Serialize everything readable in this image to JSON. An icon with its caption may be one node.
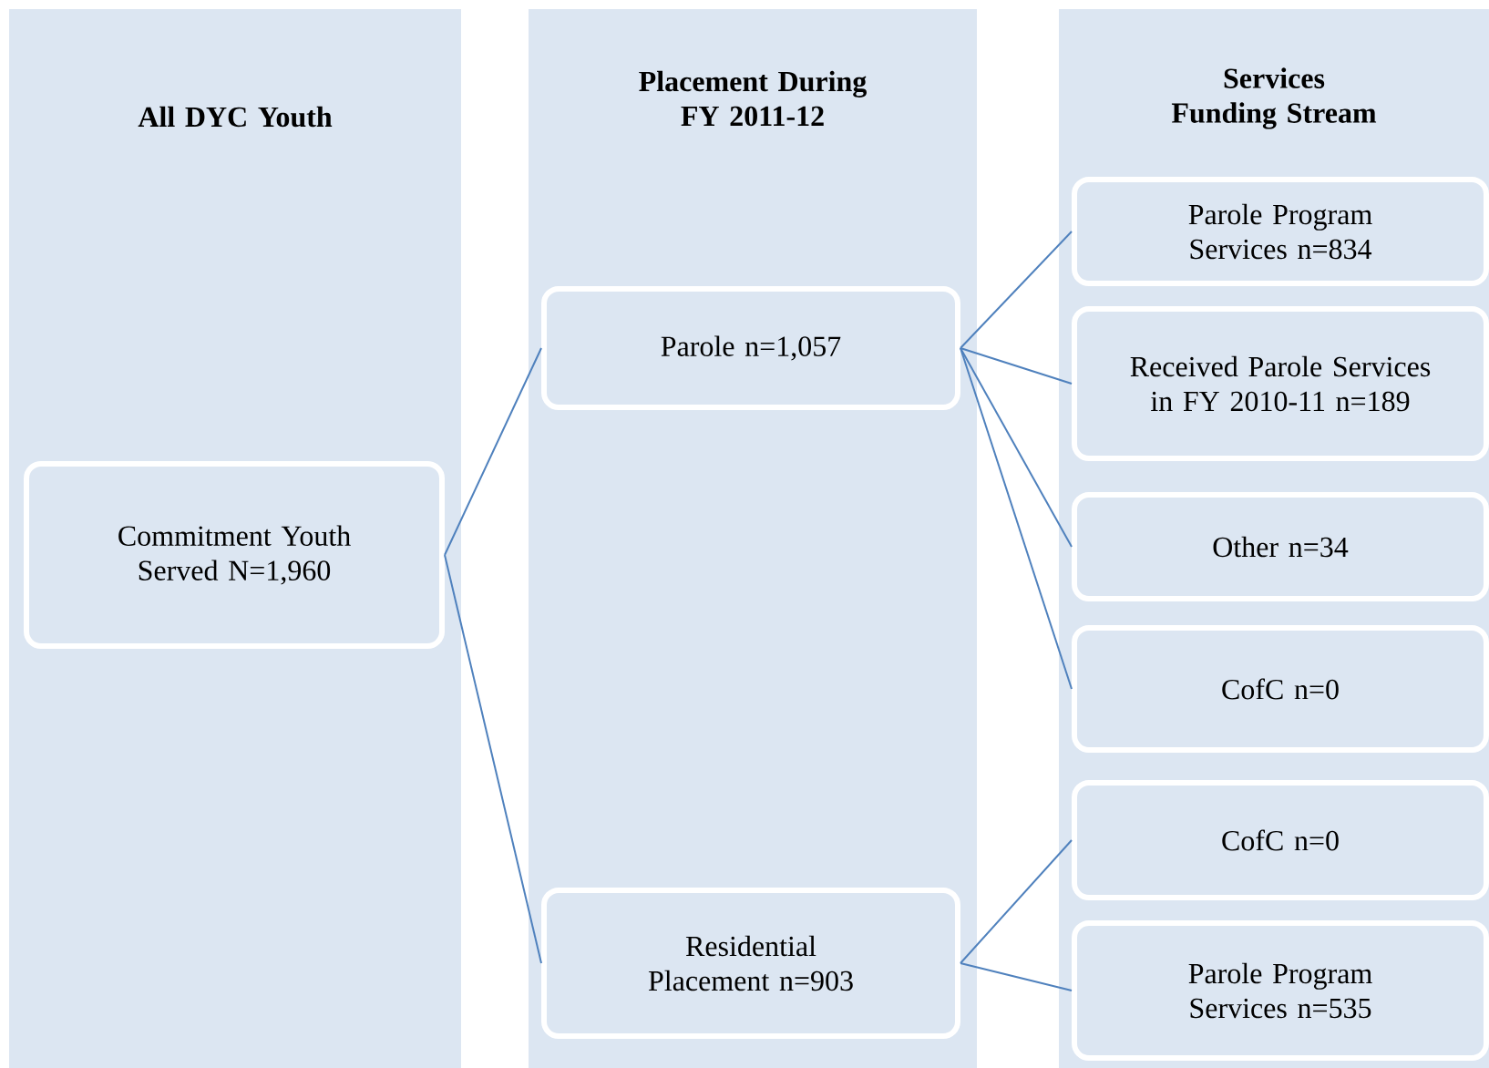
{
  "diagram": {
    "nodes": [
      {
        "text": [
          "All DYC Youth"
        ]
      },
      {
        "text": [
          "Commitment Youth Served N=1,960"
        ],
        "in": 0
      },
      {
        "text": [
          "Placement During FY 2011-12"
        ]
      },
      {
        "text": [
          "Parole n=1,057"
        ],
        "in": 2
      },
      {
        "text": [
          "Residential Placement n=903"
        ],
        "in": 2
      },
      {
        "text": [
          "Services Funding Stream"
        ]
      },
      {
        "text": [
          "Parole Program Services n=834"
        ],
        "in": 5
      },
      {
        "text": [
          "Received Parole Services in FY 2010-11 n=189"
        ],
        "in": 5
      },
      {
        "text": [
          "Other n=34"
        ],
        "in": 5
      },
      {
        "text": [
          "CofC n=0"
        ],
        "in": 5
      },
      {
        "text": [
          "CofC n=0"
        ],
        "in": 5
      },
      {
        "text": [
          "Parole Program Services n=535"
        ],
        "in": 5
      }
    ],
    "edges": [
      {
        "from": 1,
        "to": 3,
        "arrow": "none"
      },
      {
        "from": 1,
        "to": 4,
        "arrow": "none"
      },
      {
        "from": 3,
        "to": 6,
        "arrow": "none"
      },
      {
        "from": 3,
        "to": 7,
        "arrow": "none"
      },
      {
        "from": 3,
        "to": 8,
        "arrow": "none"
      },
      {
        "from": 3,
        "to": 9,
        "arrow": "none"
      },
      {
        "from": 4,
        "to": 10,
        "arrow": "none"
      },
      {
        "from": 4,
        "to": 11,
        "arrow": "none"
      }
    ]
  }
}
